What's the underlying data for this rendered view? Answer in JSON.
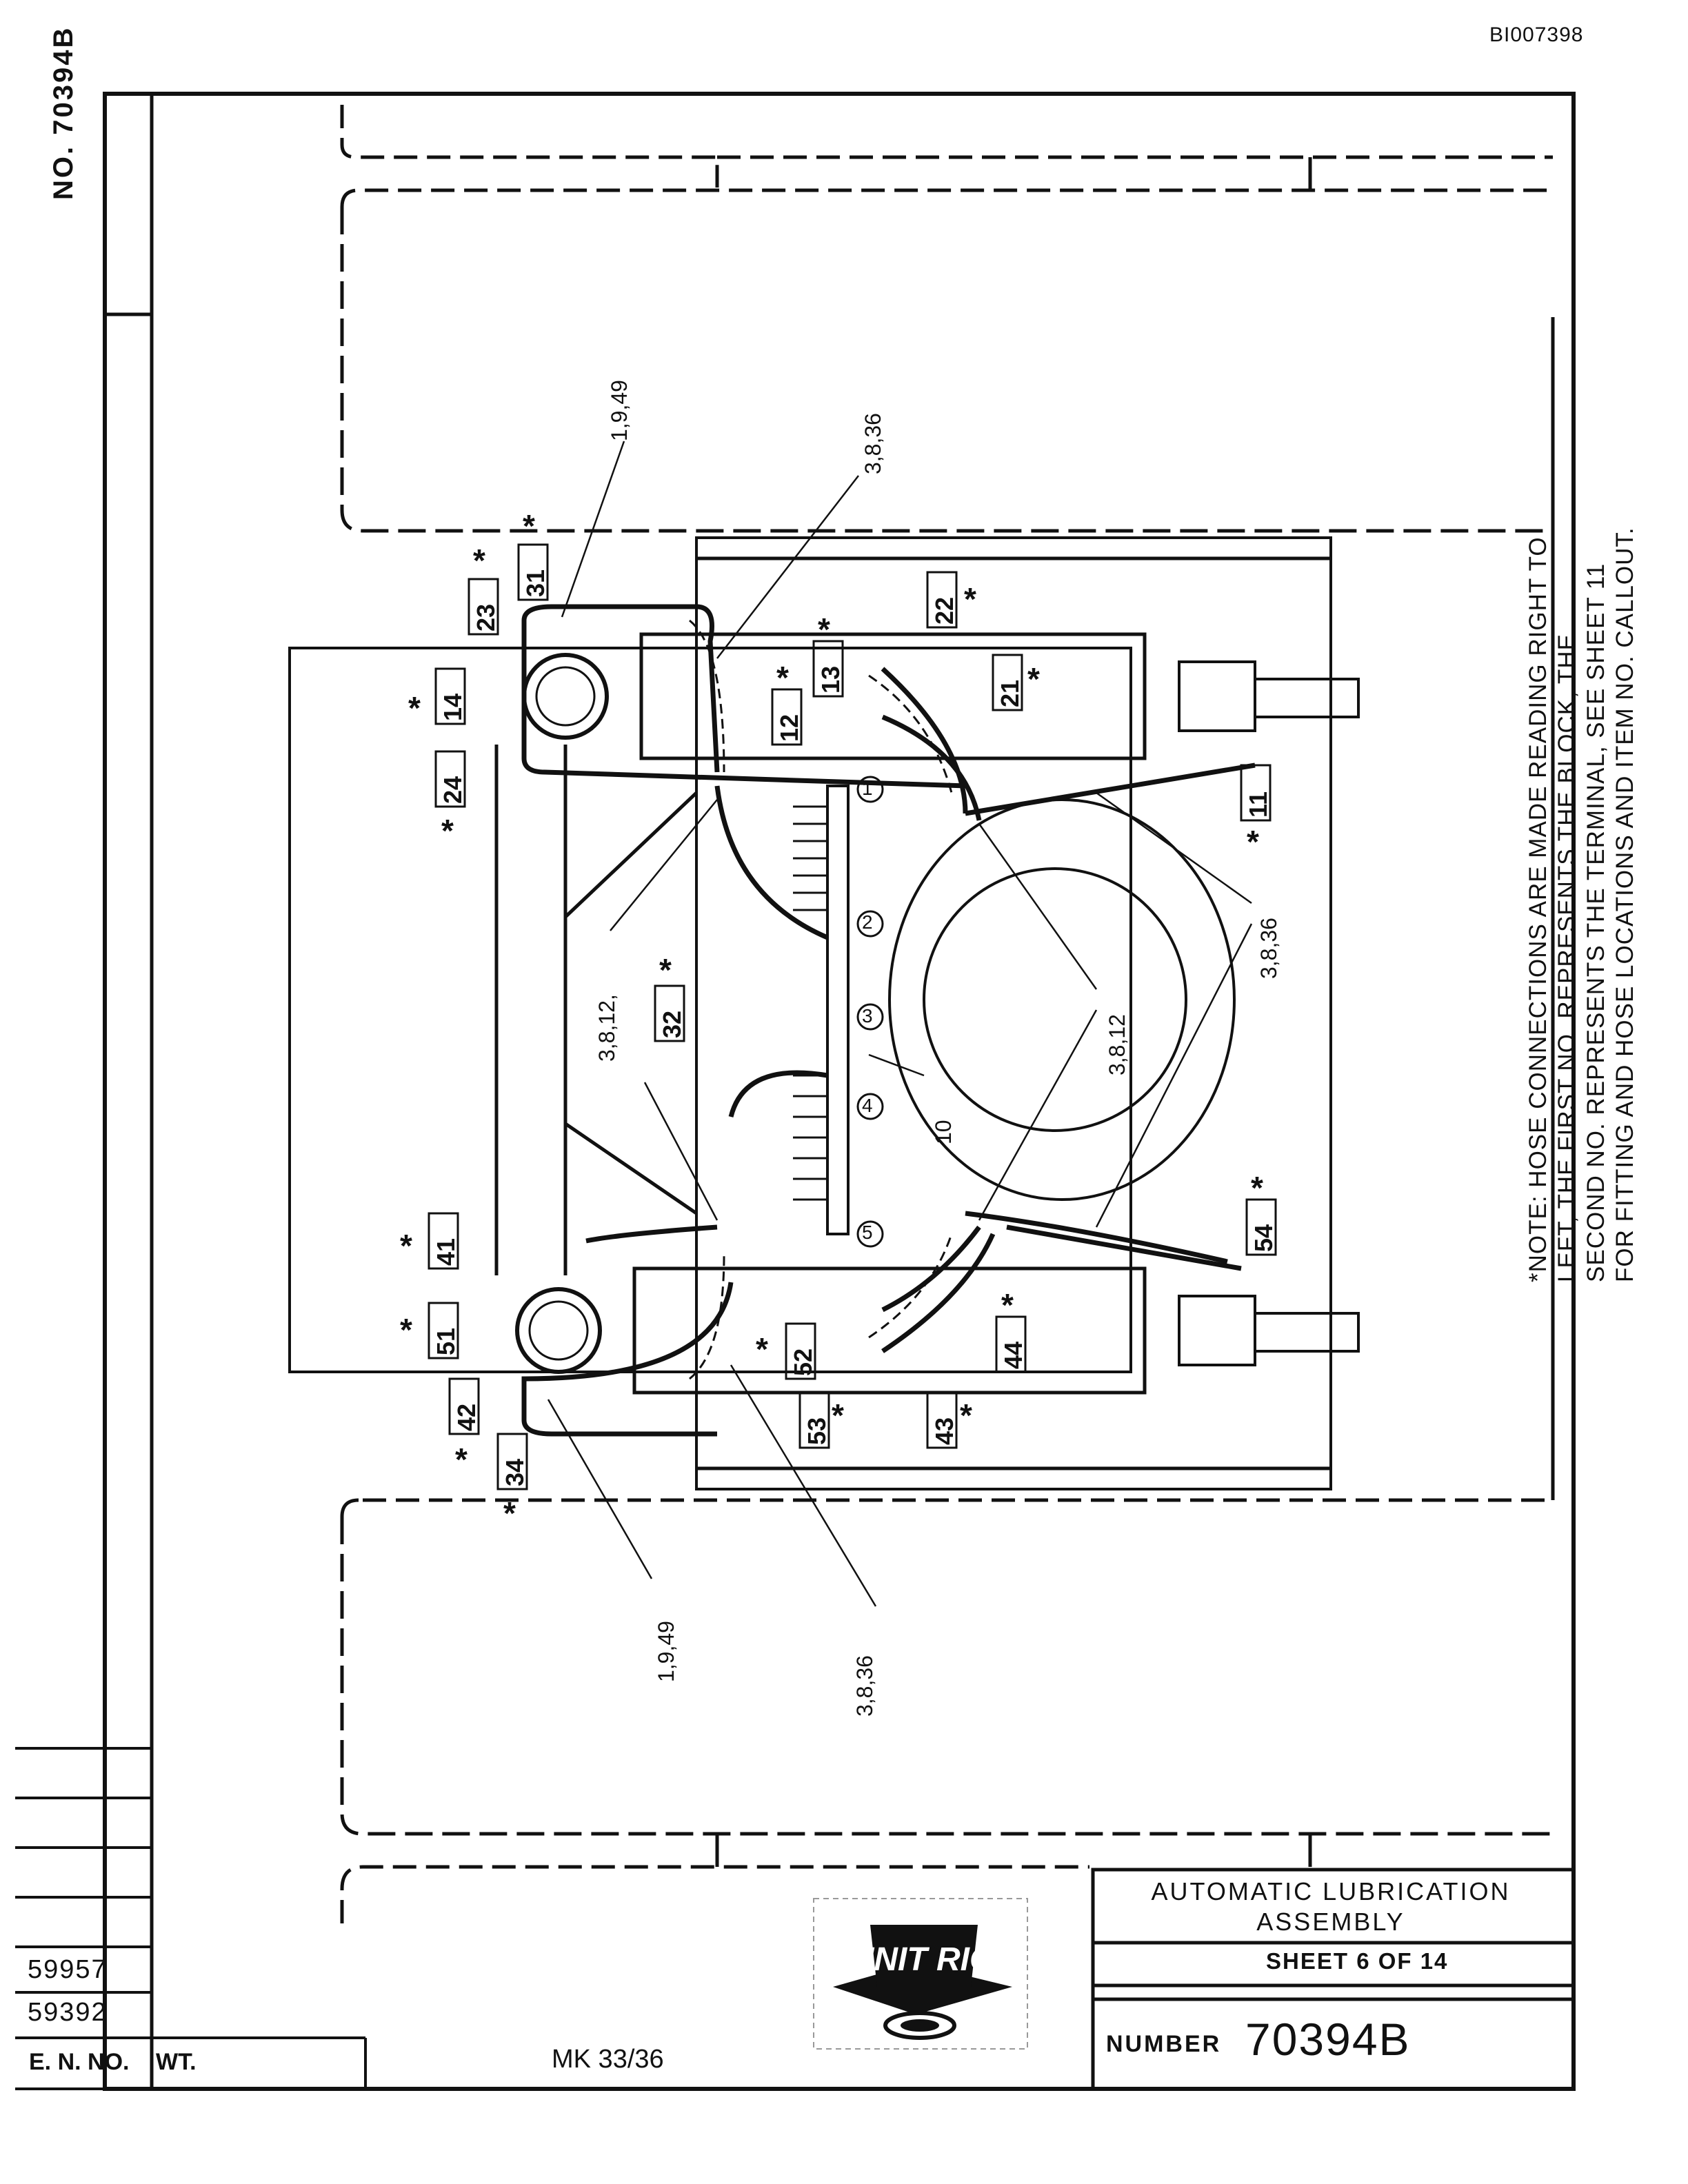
{
  "document_id": "BI007398",
  "side_number": "NO. 70394B",
  "callouts": {
    "top_left": "1,9,49",
    "top_right": "3,8,36",
    "center_left": "3,8,12,",
    "center": "3,8,12",
    "center_bottom": "10",
    "right": "3,8,36",
    "bottom_left": "1,9,49",
    "bottom_right": "3,8,36"
  },
  "box_labels": [
    "23",
    "31",
    "14",
    "24",
    "22",
    "13",
    "12",
    "21",
    "11",
    "32",
    "41",
    "51",
    "42",
    "34",
    "52",
    "53",
    "44",
    "43",
    "54"
  ],
  "block_numbers": [
    "1",
    "2",
    "3",
    "4",
    "5"
  ],
  "asterisk": "*",
  "note": "*NOTE: HOSE CONNECTIONS ARE MADE READING RIGHT TO LEFT, THE FIRST NO. REPRESENTS THE BLOCK, THE SECOND NO. REPRESENTS THE TERMINAL, SEE SHEET 11 FOR FITTING AND HOSE LOCATIONS AND ITEM NO. CALLOUT.",
  "title_block": {
    "title_line1": "AUTOMATIC LUBRICATION",
    "title_line2": "ASSEMBLY",
    "sheet_text": "SHEET 6 OF 14",
    "number_label": "NUMBER",
    "number": "70394B",
    "logo_text": "UNIT RIG"
  },
  "revisions": {
    "en_numbers": [
      "59957",
      "59392"
    ],
    "en_label": "E. N. NO.",
    "wt_label": "WT.",
    "mark": "MK 33/36"
  }
}
